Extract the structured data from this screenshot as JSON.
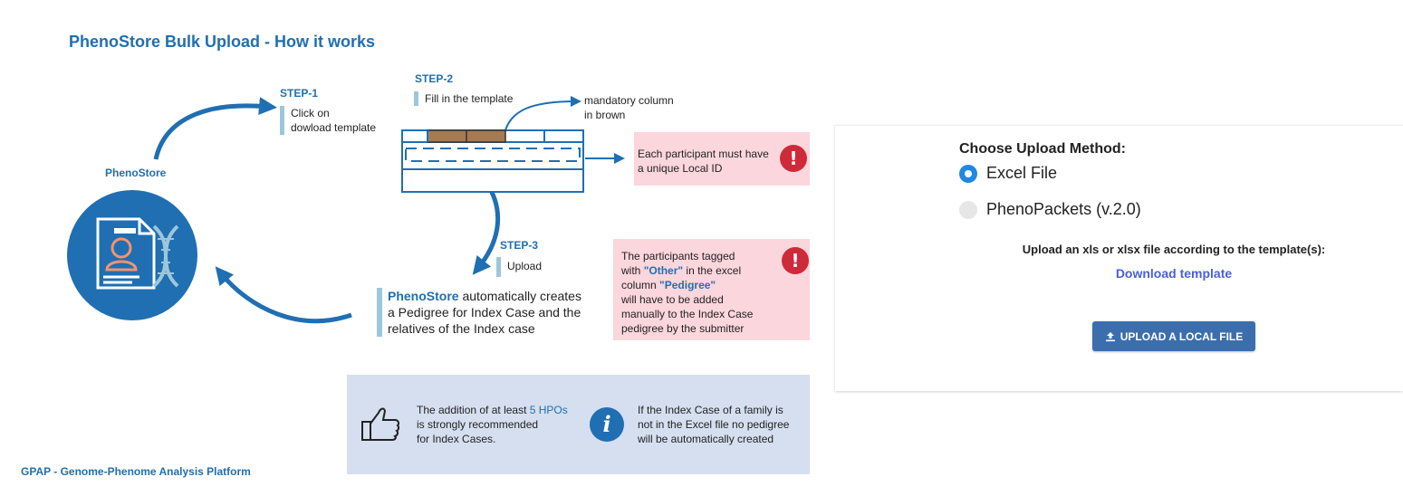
{
  "infographic": {
    "title": "PhenoStore Bulk Upload - How it works",
    "phenostore_label": "PhenoStore",
    "step1": {
      "heading": "STEP-1",
      "line1": "Click on",
      "line2": "dowload template"
    },
    "step2": {
      "heading": "STEP-2",
      "text": "Fill in the template",
      "mandatory_line1": "mandatory column",
      "mandatory_line2": "in brown"
    },
    "step3": {
      "heading": "STEP-3",
      "text": "Upload"
    },
    "pedigree_note": {
      "brand": "PhenoStore",
      "part1": " automatically creates",
      "line2": "a Pedigree for Index Case and the",
      "line3": "relatives of the Index case"
    },
    "unique_id_box": {
      "line1": "Each participant must have",
      "line2": "a unique Local ID"
    },
    "other_box": {
      "line1": "The participants tagged",
      "line2a": "with ",
      "other": "\"Other\"",
      "line2b": " in the excel",
      "line3a": "column ",
      "pedigree": "\"Pedigree\"",
      "line4": "will have to be added",
      "line5": "manually to the Index Case",
      "line6": "pedigree by the submitter"
    },
    "hpo_box": {
      "line1": "The addition of at least ",
      "hpo_count": "5 HPOs",
      "line2": "is strongly recommended",
      "line3": "for Index Cases."
    },
    "index_box": {
      "line1": "If the Index Case of a family is",
      "line2": "not in the Excel file no pedigree",
      "line3": "will be automatically created"
    },
    "footer": "GPAP - Genome-Phenome Analysis Platform",
    "icons": {
      "alert": "!",
      "info": "i"
    }
  },
  "upload_panel": {
    "heading": "Choose Upload Method:",
    "options": [
      {
        "label": "Excel File",
        "selected": true
      },
      {
        "label": "PhenoPackets (v.2.0)",
        "selected": false
      }
    ],
    "instructions": "Upload an xls or xlsx file according to the template(s):",
    "download_link": "Download template",
    "upload_button": "UPLOAD A LOCAL FILE"
  },
  "colors": {
    "brand_blue": "#1f6fb2",
    "accent_blue": "#1e88e5",
    "button": "#3c6eae",
    "link": "#4a5fd8",
    "mandatory_brown": "#a87a50",
    "alert_pink": "#fcd6dd",
    "info_panel": "#d5dff0"
  }
}
